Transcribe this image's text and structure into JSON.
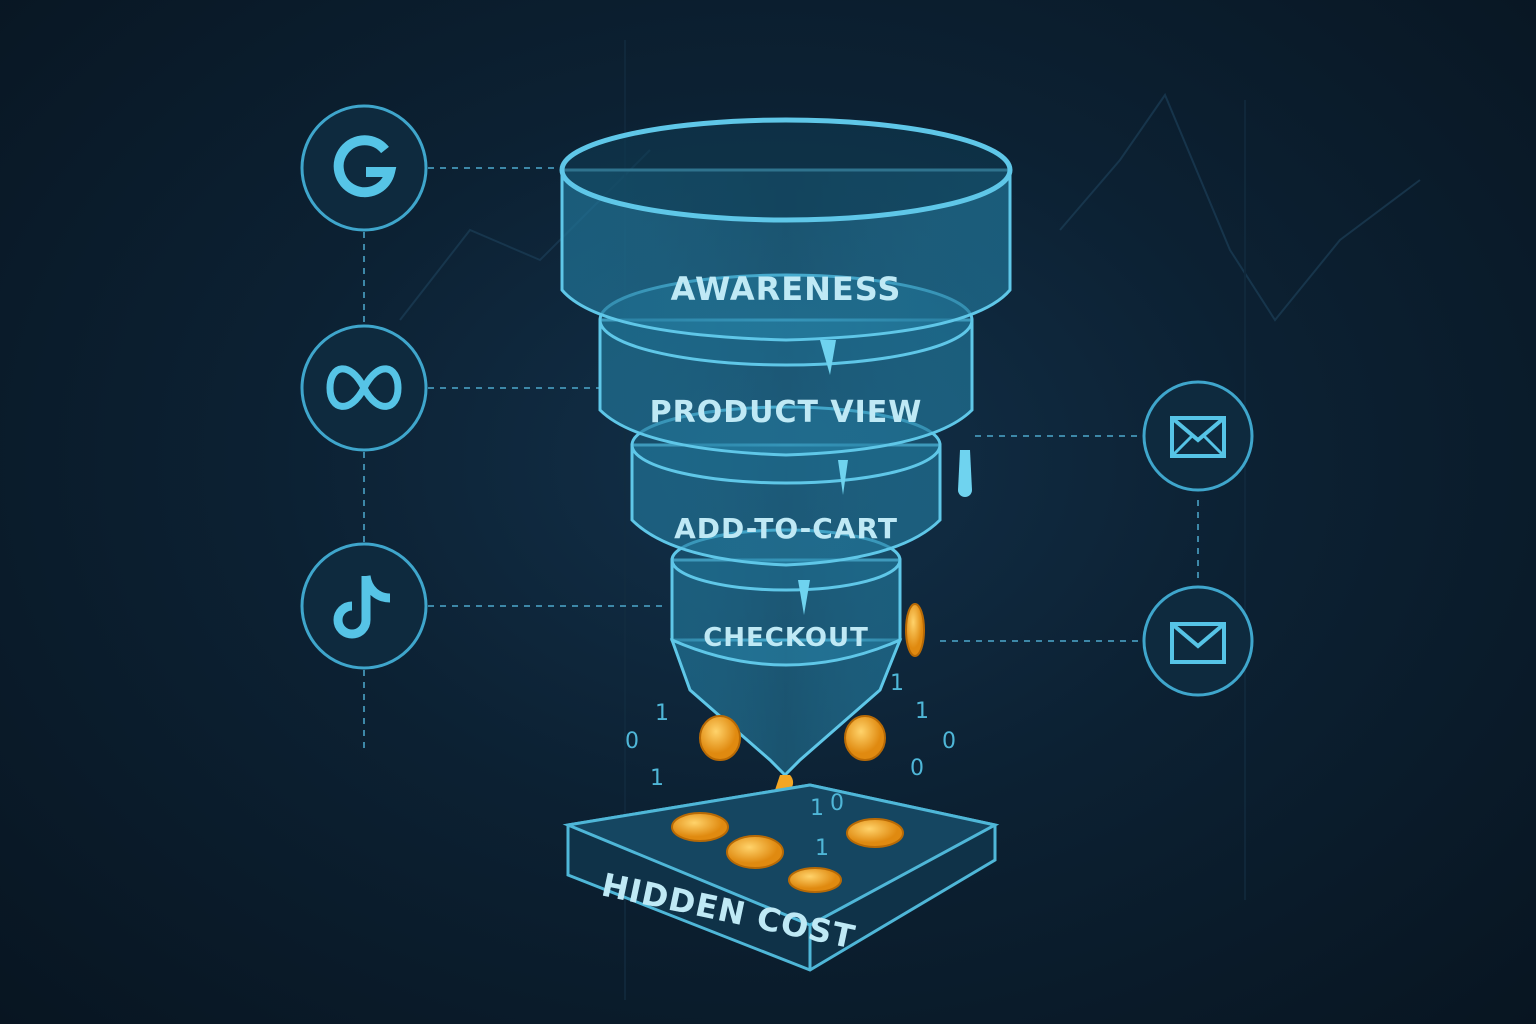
{
  "funnel": {
    "stages": [
      {
        "label": "AWARENESS"
      },
      {
        "label": "PRODUCT VIEW"
      },
      {
        "label": "ADD-TO-CART"
      },
      {
        "label": "CHECKOUT"
      }
    ],
    "tray_label": "HIDDEN COST"
  },
  "channels_left": [
    {
      "icon": "google-icon"
    },
    {
      "icon": "meta-icon"
    },
    {
      "icon": "tiktok-icon"
    }
  ],
  "channels_right": [
    {
      "icon": "email-open-icon"
    },
    {
      "icon": "email-icon"
    }
  ],
  "binary_digits": [
    "1",
    "0",
    "1",
    "1",
    "1",
    "0",
    "0",
    "1",
    "0",
    "1"
  ],
  "colors": {
    "background": "#0b1b2a",
    "accent": "#3fb0d6",
    "label": "#bfe9f5",
    "coin": "#f4a623"
  }
}
